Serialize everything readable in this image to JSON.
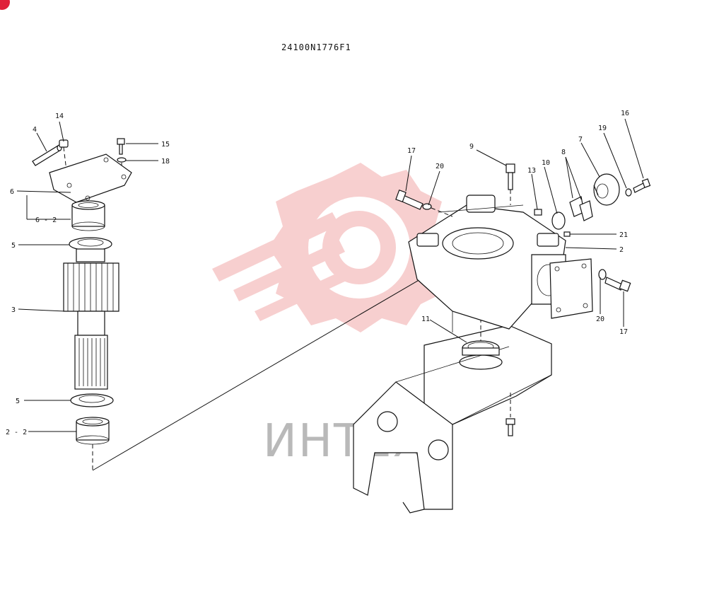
{
  "drawing_code": "24100N1776F1",
  "watermark": {
    "text": "ИНТЕХ",
    "color": "#f2b8b8"
  },
  "callouts": {
    "c4": "4",
    "c14": "14",
    "c15": "15",
    "c18": "18",
    "c6": "6",
    "c6_2": "6 - 2",
    "c5a": "5",
    "c3": "3",
    "c5b": "5",
    "c2_2": "2 - 2",
    "c17a": "17",
    "c20a": "20",
    "c9": "9",
    "c13": "13",
    "c10": "10",
    "c8": "8",
    "c7": "7",
    "c19": "19",
    "c16": "16",
    "c21": "21",
    "c2": "2",
    "c20b": "20",
    "c17b": "17",
    "c11": "11"
  }
}
